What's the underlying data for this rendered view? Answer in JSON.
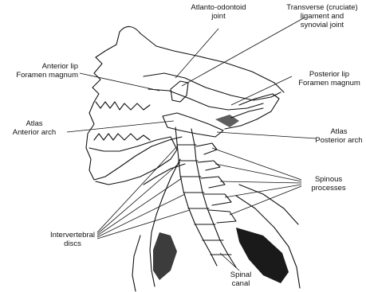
{
  "labels": {
    "atlanto_odontoid": [
      "Atlanto-odontoid",
      "joint"
    ],
    "transverse_ligament": [
      "Transverse (cruciate)",
      "ligament and",
      "synovial joint"
    ],
    "anterior_lip": [
      "Anterior lip",
      "Foramen magnum"
    ],
    "posterior_lip": [
      "Posterior lip",
      "Foramen magnum"
    ],
    "atlas_anterior": [
      "Atlas",
      "Anterior arch"
    ],
    "atlas_posterior": [
      "Atlas",
      "Posterior arch"
    ],
    "spinous": [
      "Spinous",
      "processes"
    ],
    "intervertebral": [
      "Intervertebral",
      "discs"
    ],
    "spinal_canal": [
      "Spinal",
      "canal"
    ]
  },
  "colors": {
    "ink": "#111111",
    "shade": "#1a1a1a",
    "paper": "#ffffff"
  }
}
